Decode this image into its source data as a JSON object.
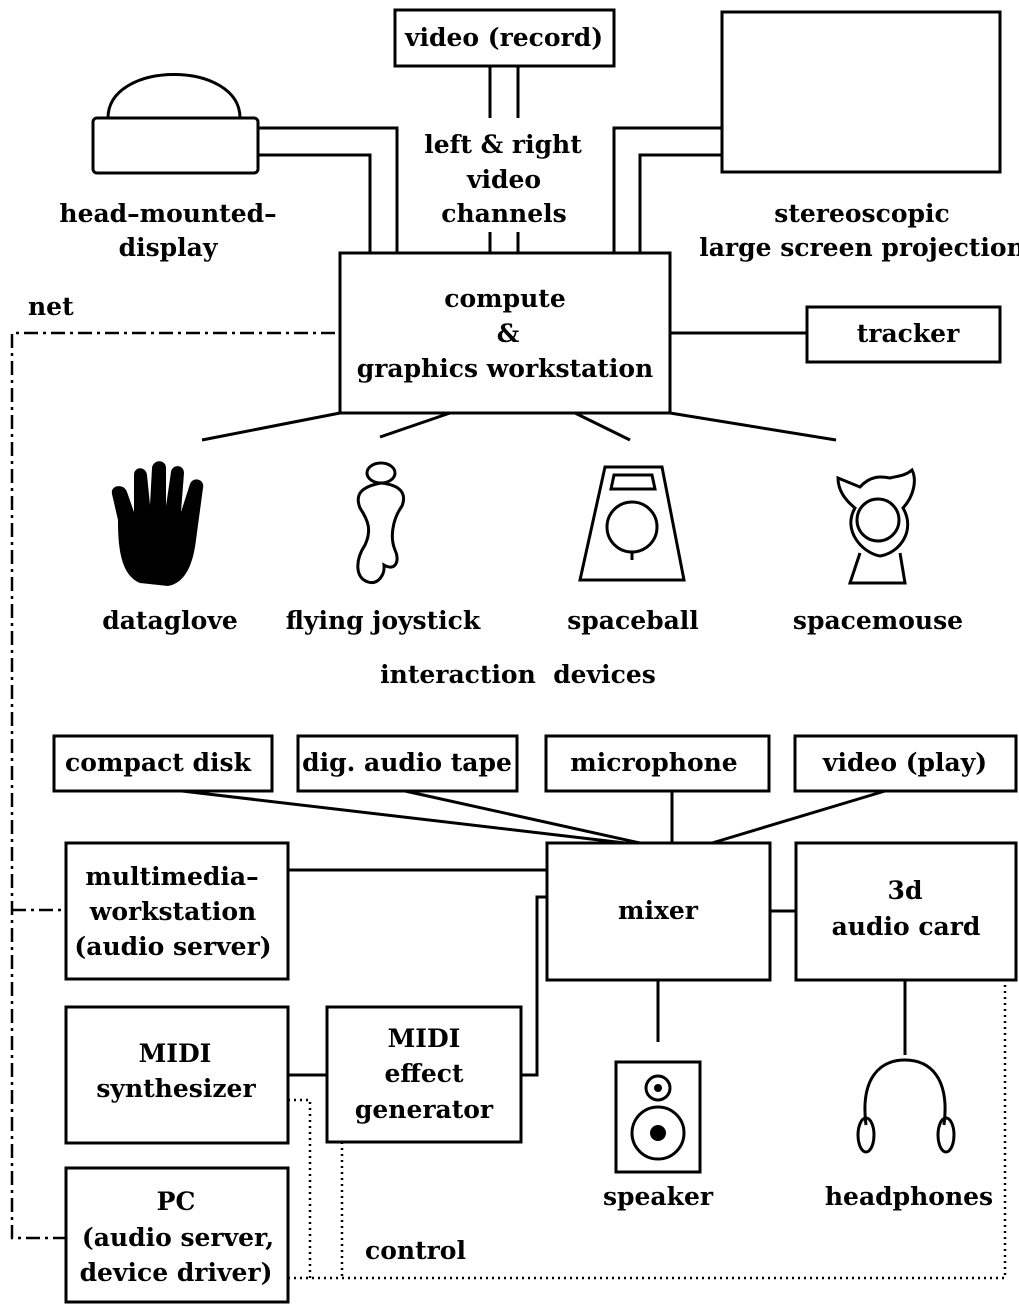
{
  "boxes": {
    "video_record": "video (record)",
    "workstation": [
      "compute",
      "&",
      "graphics workstation"
    ],
    "tracker": "tracker",
    "compact_disk": "compact disk",
    "dat": "dig. audio tape",
    "microphone": "microphone",
    "video_play": "video (play)",
    "multimedia": [
      "multimedia–",
      "workstation",
      "(audio server)"
    ],
    "mixer": "mixer",
    "audio_card": [
      "3d",
      "audio card"
    ],
    "midi_synth": [
      "MIDI",
      "synthesizer"
    ],
    "midi_effect": [
      "MIDI",
      "effect",
      "generator"
    ],
    "pc": [
      "PC",
      "(audio server,",
      "device driver)"
    ]
  },
  "labels": {
    "hmd": [
      "head–mounted–",
      "display"
    ],
    "video_channels": [
      "left & right",
      "video",
      "channels"
    ],
    "projection": [
      "stereoscopic",
      "large screen projection"
    ],
    "net": "net",
    "dataglove": "dataglove",
    "joystick": "flying joystick",
    "spaceball": "spaceball",
    "spacemouse": "spacemouse",
    "interaction_devices": "interaction  devices",
    "speaker": "speaker",
    "headphones": "headphones",
    "control": "control"
  }
}
